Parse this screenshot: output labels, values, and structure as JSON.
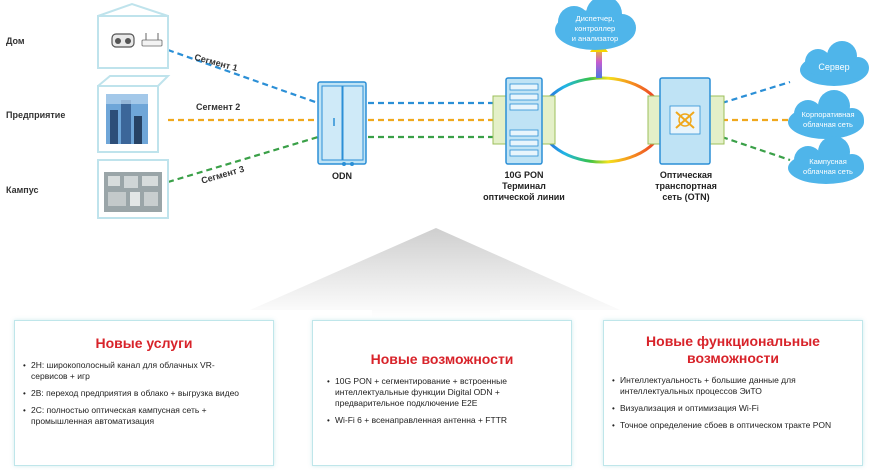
{
  "sites": {
    "home": "Дом",
    "enterprise": "Предприятие",
    "campus": "Кампус"
  },
  "segments": {
    "s1": "Сегмент 1",
    "s2": "Сегмент 2",
    "s3": "Сегмент 3"
  },
  "nodes": {
    "odn": "ODN",
    "olt": [
      "10G PON",
      "Терминал",
      "оптической линии"
    ],
    "otn": [
      "Оптическая",
      "транспортная",
      "сеть (OTN)"
    ]
  },
  "clouds": {
    "controller": [
      "Диспетчер,",
      "контроллер",
      "и анализатор"
    ],
    "server": "Сервер",
    "corporate": [
      "Корпоративная",
      "облачная сеть"
    ],
    "campus": [
      "Кампусная",
      "облачная сеть"
    ]
  },
  "colors": {
    "segment1": "#2b8fd6",
    "segment2": "#f0a81c",
    "segment3": "#3aa048",
    "cloud": "#4fb5ea",
    "title_red": "#d8232a",
    "equipment": "#bfe3f5"
  },
  "panels": [
    {
      "title": [
        "Новые услуги"
      ],
      "items": [
        "2H: широкополосный канал для облачных VR-сервисов + игр",
        "2B: переход предприятия в облако + выгрузка видео",
        "2C: полностью оптическая кампусная сеть + промышленная автоматизация"
      ]
    },
    {
      "title": [
        "Новые возможности"
      ],
      "items": [
        "10G PON + сегментирование + встроенные интеллектуальные функции Digital ODN + предварительное подключение E2E",
        "Wi-Fi 6 + всенаправленная антенна + FTTR"
      ]
    },
    {
      "title": [
        "Новые функциональные",
        "возможности"
      ],
      "items": [
        "Интеллектуальность + большие данные для интеллектуальных процессов ЭиТО",
        "Визуализация и оптимизация Wi-Fi",
        "Точное определение сбоев в оптическом тракте PON"
      ]
    }
  ]
}
